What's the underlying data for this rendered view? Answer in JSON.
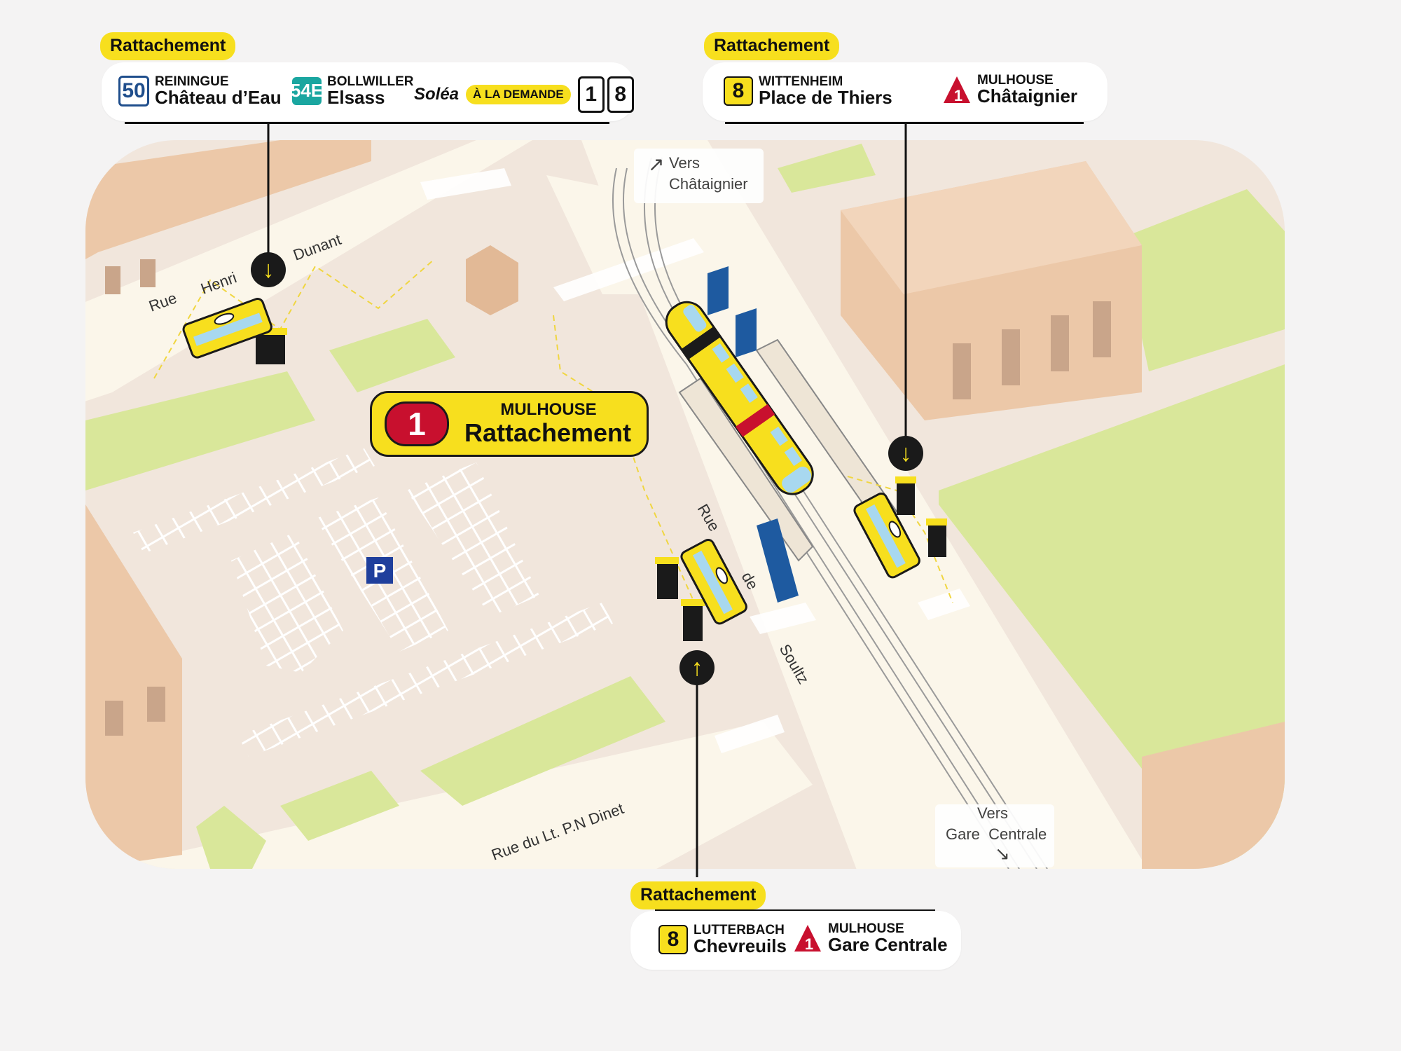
{
  "colors": {
    "accent_yellow": "#f7df1e",
    "tram_red": "#c8102e",
    "background": "#f4f3f3",
    "map_ground": "#f1e6dc",
    "grass": "#d9e79a",
    "building": "#ecc8a8",
    "road": "#fbf6ea"
  },
  "main_station": {
    "number": "1",
    "city": "MULHOUSE",
    "name": "Rattachement"
  },
  "callout_top_left": {
    "title": "Rattachement",
    "lines": [
      {
        "badge": "50",
        "city": "REININGUE",
        "name": "Château d’Eau"
      },
      {
        "badge": "54E",
        "city": "BOLLWILLER",
        "name": "Elsass"
      }
    ],
    "solea": {
      "brand": "Soléa",
      "tag": "À LA DEMANDE",
      "digits": [
        "1",
        "8"
      ]
    }
  },
  "callout_top_right": {
    "title": "Rattachement",
    "lines": [
      {
        "badge": "8",
        "city": "WITTENHEIM",
        "name": "Place de Thiers"
      },
      {
        "badge": "1",
        "city": "MULHOUSE",
        "name": "Châtaignier"
      }
    ]
  },
  "callout_bottom": {
    "title": "Rattachement",
    "lines": [
      {
        "badge": "8",
        "city": "LUTTERBACH",
        "name": "Chevreuils"
      },
      {
        "badge": "1",
        "city": "MULHOUSE",
        "name": "Gare Centrale"
      }
    ]
  },
  "directions": {
    "north_1": "Vers",
    "north_2": "Châtaignier",
    "south_1": "Vers",
    "south_2": "Gare  Centrale"
  },
  "streets": {
    "henri_dunant": [
      "Rue",
      "Henri",
      "Dunant"
    ],
    "soultz": [
      "Rue",
      "de",
      "Soultz"
    ],
    "dinet": "Rue  du  Lt.  P.N  Dinet"
  },
  "parking_label": "P",
  "icons": [
    "arrow-down-icon",
    "arrow-up-icon",
    "arrow-northeast-icon",
    "arrow-southeast-icon",
    "tram-icon",
    "bus-icon",
    "parking-icon"
  ]
}
